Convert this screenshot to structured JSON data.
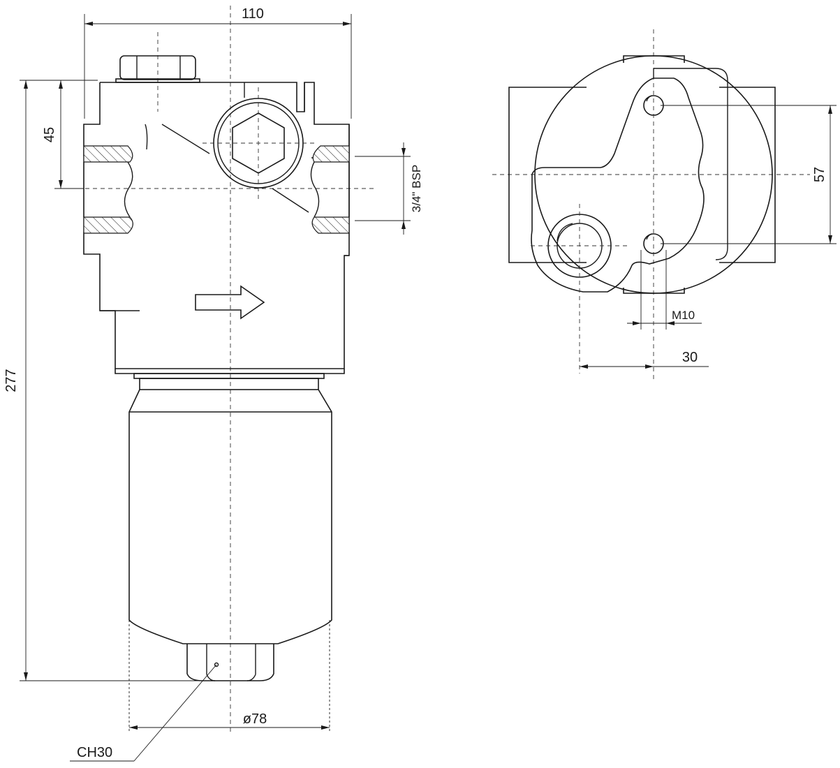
{
  "front_view": {
    "dim_width": "110",
    "dim_port_height": "45",
    "dim_total_height": "277",
    "dim_thread": "3/4\" BSP",
    "dim_diameter": "ø78",
    "callout_hex": "CH30"
  },
  "top_view": {
    "dim_hole_spacing": "57",
    "dim_bolt": "M10",
    "dim_offset": "30"
  }
}
